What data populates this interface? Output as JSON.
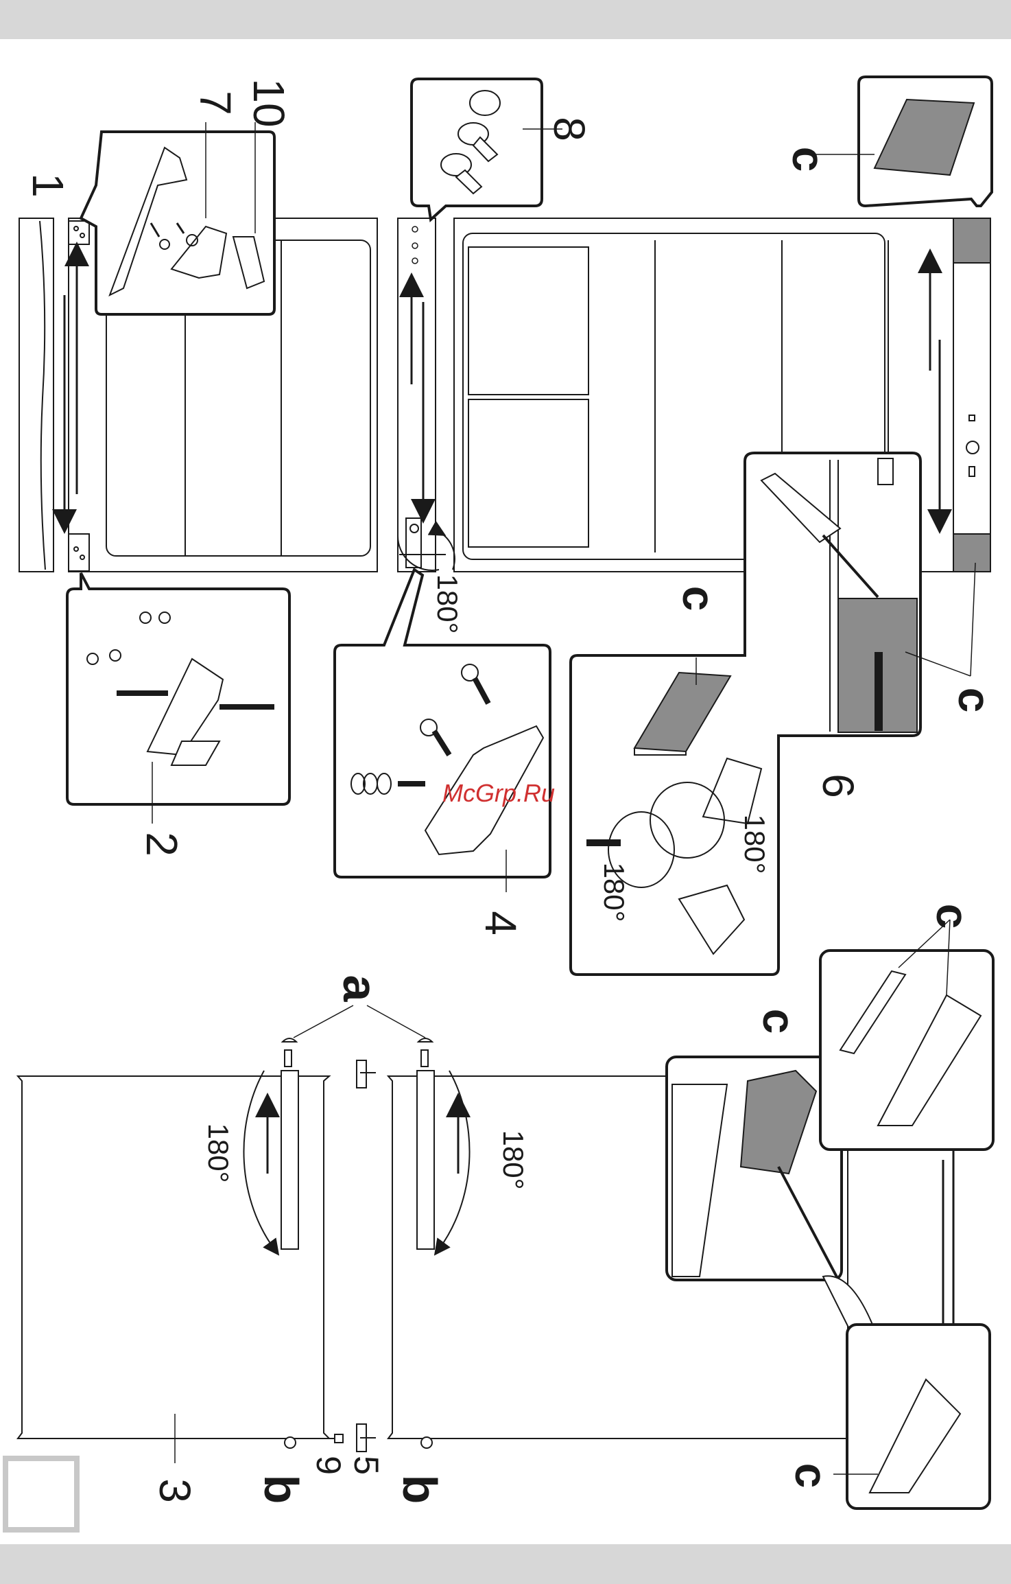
{
  "labels": {
    "l1": "1",
    "l2": "2",
    "l3": "3",
    "l4": "4",
    "l5": "5",
    "l6": "6",
    "l7": "7",
    "l8": "8",
    "l9": "9",
    "l10": "10",
    "a": "a",
    "b1": "b",
    "b2": "b",
    "c1": "c",
    "c2": "c",
    "c3": "c",
    "c4": "c",
    "c5": "c",
    "c6": "c"
  },
  "angles": {
    "hinge_top": "180°",
    "hinge_mid": "180°",
    "pin_left": "180°",
    "door_left": "180°",
    "door_right": "180°"
  },
  "watermark": "McGrp.Ru",
  "colors": {
    "line": "#1a1a1a",
    "band": "#d7d7d7",
    "cover_fill": "#8c8c8c",
    "watermark": "#d03030"
  }
}
